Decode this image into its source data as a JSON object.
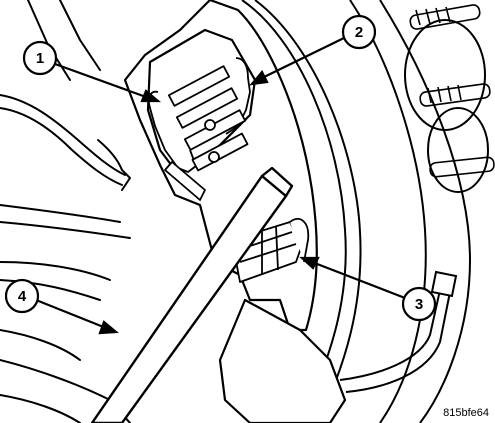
{
  "figure": {
    "code": "815bfe64",
    "callouts": [
      "1",
      "2",
      "3",
      "4"
    ]
  }
}
